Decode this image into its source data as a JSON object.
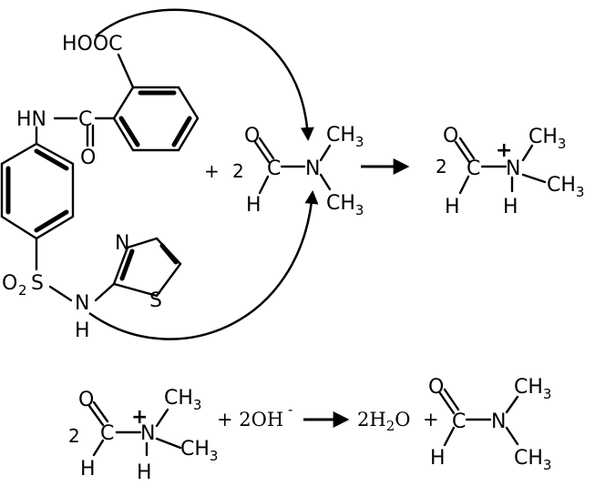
{
  "reactant_drug": {
    "cooh": "HOOC",
    "amide_nh": "HN",
    "amide_c": "C",
    "amide_o": "O",
    "sulfonyl_o2": "O",
    "sulfonyl_o2_sub": "2",
    "sulfonyl_s": "S",
    "sulfonamide_n": "N",
    "sulfonamide_h": "H",
    "thiazole_n": "N",
    "thiazole_s": "S"
  },
  "plus1": "+",
  "dmf_coef": "2",
  "dmf": {
    "o": "O",
    "c": "C",
    "h": "H",
    "n": "N",
    "ch3_top": "CH",
    "ch3_bottom": "CH",
    "sub3": "3"
  },
  "product1": {
    "coef": "2",
    "o": "O",
    "c": "C",
    "h": "H",
    "n": "N",
    "nh": "H",
    "ch3_top": "CH",
    "ch3_bottom": "CH",
    "sub3": "3",
    "charge": "+"
  },
  "eq2": {
    "coef": "2",
    "cation": {
      "o": "O",
      "c": "C",
      "h": "H",
      "n": "N",
      "nh": "H",
      "ch3_top": "CH",
      "ch3_bottom": "CH",
      "sub3": "3",
      "charge": "+"
    },
    "plus_oh": "+ 2OH",
    "oh_charge": "-",
    "water": "2H",
    "water_sub": "2",
    "water_o": "O",
    "plus": "+",
    "dmf": {
      "o": "O",
      "c": "C",
      "h": "H",
      "n": "N",
      "ch3_top": "CH",
      "ch3_bottom": "CH",
      "sub3": "3"
    }
  }
}
